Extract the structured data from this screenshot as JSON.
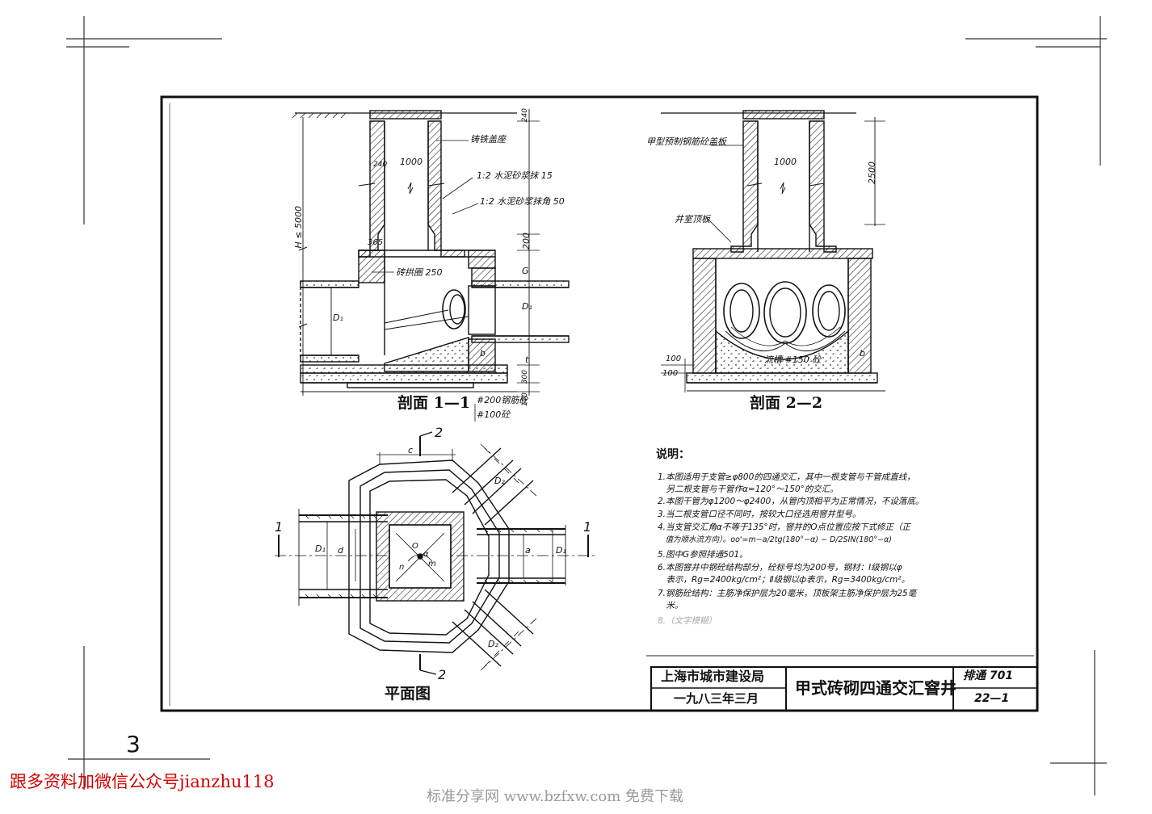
{
  "section_1_1": {
    "title": "剖面 1—1",
    "labels": {
      "cast_iron_cover": "铸铁盖座",
      "plaster_15": "1:2 水泥砂浆抹 15",
      "plaster_50": "1:2 水泥砂浆抹角 50",
      "brick_ring": "砖拱圈 250",
      "dim_1000": "1000",
      "dim_240": "240",
      "dim_365": "365",
      "dim_200": "200",
      "dim_g": "G",
      "dim_d1": "D₁",
      "dim_d1_left": "D₁",
      "dim_b": "b",
      "dim_t": "t",
      "dim_300": "300",
      "dim_100": "100",
      "h_label": "H ≤ 5000",
      "top_dim": "240",
      "base_1": "#200钢筋砼",
      "base_2": "#100砼"
    }
  },
  "section_2_2": {
    "title": "剖面 2—2",
    "labels": {
      "cover_slab": "甲型预制钢筋砼盖板",
      "chamber_top": "井室顶板",
      "dim_1000": "1000",
      "dim_2500": "2500",
      "flow": "流槽 #150 砼",
      "dim_b": "b",
      "dim_100a": "100",
      "dim_100b": "100"
    }
  },
  "plan": {
    "title": "平面图",
    "labels": {
      "sec1_left": "1",
      "sec1_right": "1",
      "sec2_top": "2",
      "sec2_bottom": "2",
      "d_left": "D₁",
      "d_small": "d",
      "a_right": "a",
      "d_right": "D₁",
      "c_top": "c",
      "d2_top": "D₂",
      "d2_bottom": "D₂",
      "center_o": "O",
      "center_n": "n",
      "center_m": "m",
      "center_alpha": "α"
    }
  },
  "notes": {
    "heading": "说明：",
    "items": [
      "1.本图适用于支管≥φ800的四通交汇，其中一根支管与干管成直线，",
      "　另二根支管与干管作α=120°～150°的交汇。",
      "2.本图干管为φ1200～φ2400，从管内顶相平为正常情况，不设落底。",
      "3.当二根支管口径不同时，按较大口径选用窨井型号。",
      "4.当支管交汇角α不等于135°时，窨井的O点位置应按下式修正（正",
      "　值为顺水流方向）。oo'=m−a/2tg(180°−α) − D/2SIN(180°−α)",
      "5.图中G参照排通501。",
      "6.本图窨井中钢砼结构部分，砼标号均为200号，钢材：Ⅰ级钢以φ",
      "　表示，Rg=2400kg/cm²；Ⅱ级钢以ф表示，Rg=3400kg/cm²。",
      "7.钢筋砼结构：主筋净保护层为20毫米，顶板架主筋净保护层为25毫",
      "　米。",
      "8.（文字模糊）"
    ]
  },
  "title_block": {
    "org": "上海市城市建设局",
    "date": "一九八三年三月",
    "drawing_title": "甲式砖砌四通交汇窨井",
    "code": "排通 701",
    "sheet": "22—1"
  },
  "page_number": "3",
  "footer_red": "跟多资料加微信公众号jianzhu118",
  "footer_watermark": "标准分享网 www.bzfxw.com 免费下载"
}
